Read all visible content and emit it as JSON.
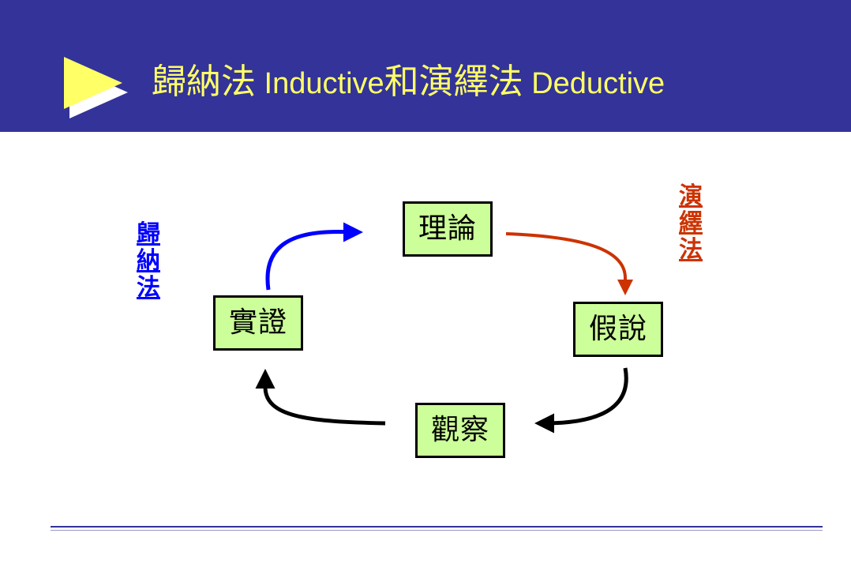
{
  "title": {
    "part1": "歸納法",
    "part2": " Inductive",
    "part3": "和演繹法",
    "part4": " Deductive"
  },
  "nodes": {
    "theory": "理論",
    "hypothesis": "假說",
    "observation": "觀察",
    "verification": "實證"
  },
  "labels": {
    "inductive": [
      "歸",
      "納",
      "法"
    ],
    "deductive": [
      "演",
      "繹",
      "法"
    ]
  },
  "colors": {
    "header_bg": "#333399",
    "title_text": "#ffff66",
    "box_fill": "#ccff99",
    "inductive": "#0000ff",
    "deductive": "#cc3300",
    "neutral_arrow": "#000000",
    "rule": "#333399"
  },
  "icons": {
    "bullet": "play-triangle-icon"
  }
}
